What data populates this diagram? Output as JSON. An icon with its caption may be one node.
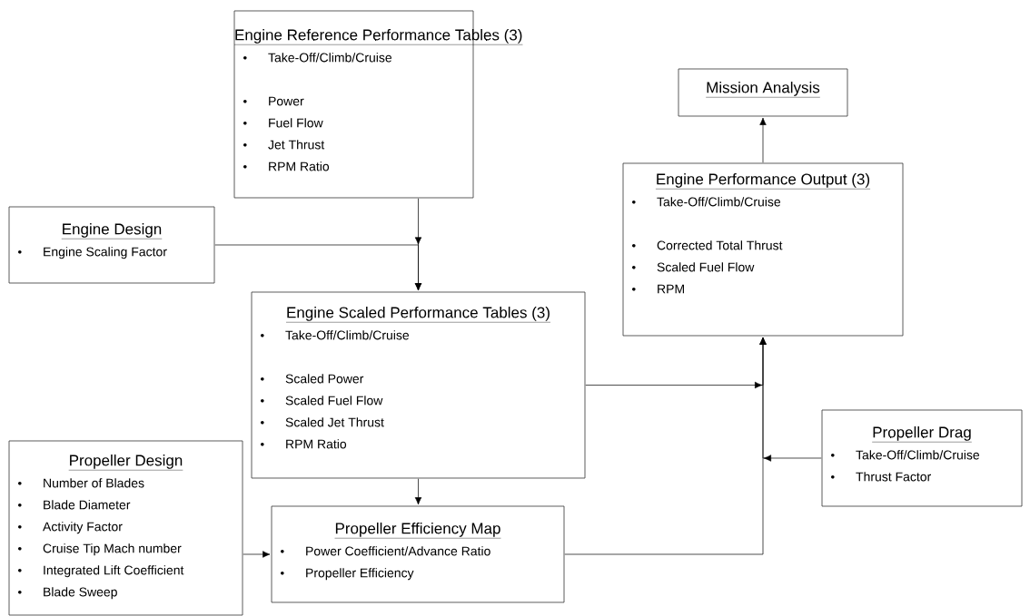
{
  "diagram": {
    "nodes": [
      {
        "text": [
          "Engine Reference Performance Tables (3)",
          "Take-Off/Climb/Cruise",
          "Power",
          "Fuel Flow",
          "Jet Thrust",
          "RPM Ratio"
        ]
      },
      {
        "text": [
          "Mission Analysis"
        ]
      },
      {
        "text": [
          "Engine Performance Output (3)",
          "Take-Off/Climb/Cruise",
          "Corrected Total Thrust",
          "Scaled Fuel Flow",
          "RPM"
        ]
      },
      {
        "text": [
          "Engine Design",
          "Engine Scaling Factor"
        ]
      },
      {
        "text": [
          "Engine Scaled Performance Tables (3)",
          "Take-Off/Climb/Cruise",
          "Scaled Power",
          "Scaled Fuel Flow",
          "Scaled Jet Thrust",
          "RPM Ratio"
        ]
      },
      {
        "text": [
          "Propeller Drag",
          "Take-Off/Climb/Cruise",
          "Thrust Factor"
        ]
      },
      {
        "text": [
          "Propeller Design",
          "Number of Blades",
          "Blade Diameter",
          "Activity Factor",
          "Cruise Tip Mach number",
          "Integrated Lift Coefficient",
          "Blade Sweep"
        ]
      },
      {
        "text": [
          "Propeller Efficiency Map",
          "Power Coefficient/Advance Ratio",
          "Propeller Efficiency"
        ]
      }
    ],
    "edges": [
      {
        "from": 0,
        "to": 4,
        "arrow": "to"
      },
      {
        "from": 3,
        "to": 4,
        "arrow": "to"
      },
      {
        "from": 2,
        "to": 1,
        "arrow": "to"
      },
      {
        "from": 4,
        "to": 2,
        "arrow": "to"
      },
      {
        "from": 7,
        "to": 2,
        "arrow": "to"
      },
      {
        "from": 5,
        "to": 2,
        "arrow": "to"
      },
      {
        "from": 6,
        "to": 7,
        "arrow": "to"
      },
      {
        "from": 4,
        "to": 7,
        "arrow": "to"
      }
    ]
  }
}
